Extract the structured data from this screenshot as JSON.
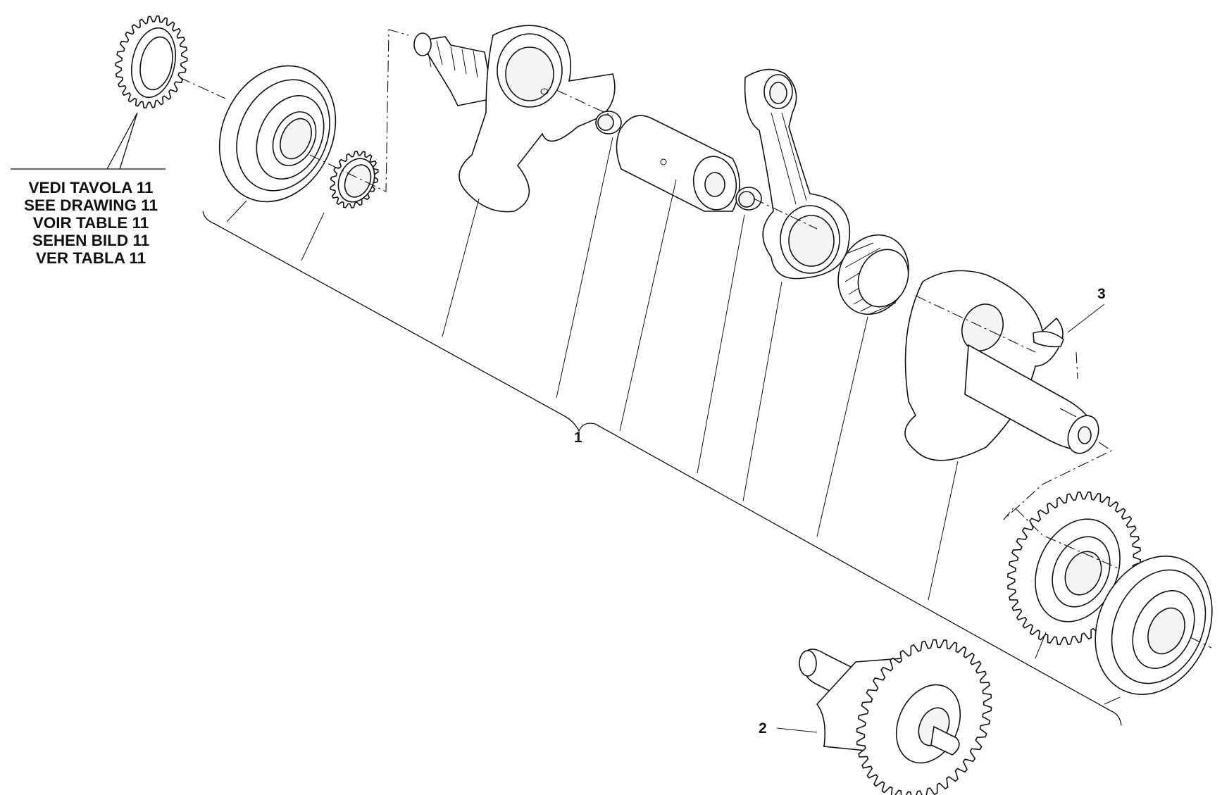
{
  "reference_note": {
    "lines": [
      "VEDI TAVOLA 11",
      "SEE DRAWING 11",
      "VOIR TABLE 11",
      "SEHEN BILD 11",
      "VER TABLA 11"
    ]
  },
  "callouts": {
    "assembly": "1",
    "balancer_shaft": "2",
    "woodruff_key": "3"
  }
}
